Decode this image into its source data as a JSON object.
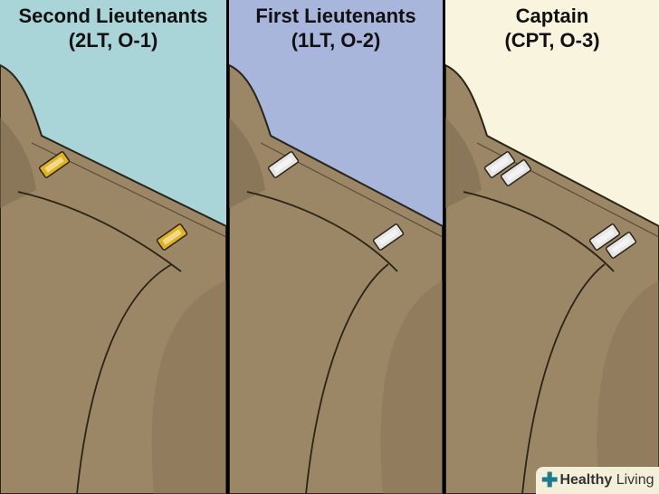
{
  "panels": [
    {
      "title_line1": "Second Lieutenants",
      "title_line2": "(2LT, O-1)",
      "background": "#a9d5d8",
      "bars_per_insignia": 1,
      "insignia_color": "#e0b31c"
    },
    {
      "title_line1": "First Lieutenants",
      "title_line2": "(1LT, O-2)",
      "background": "#a9b6dc",
      "bars_per_insignia": 1,
      "insignia_color": "#e6e6e6"
    },
    {
      "title_line1": "Captain",
      "title_line2": "(CPT, O-3)",
      "background": "#f8f4dd",
      "bars_per_insignia": 2,
      "insignia_color": "#e6e6e6"
    }
  ],
  "watermark": {
    "part1": "Healthy",
    "part2": "Living"
  },
  "colors": {
    "coat": "#9b8766",
    "coat_shadow": "#7e6b4e",
    "outline": "#2a2418"
  }
}
